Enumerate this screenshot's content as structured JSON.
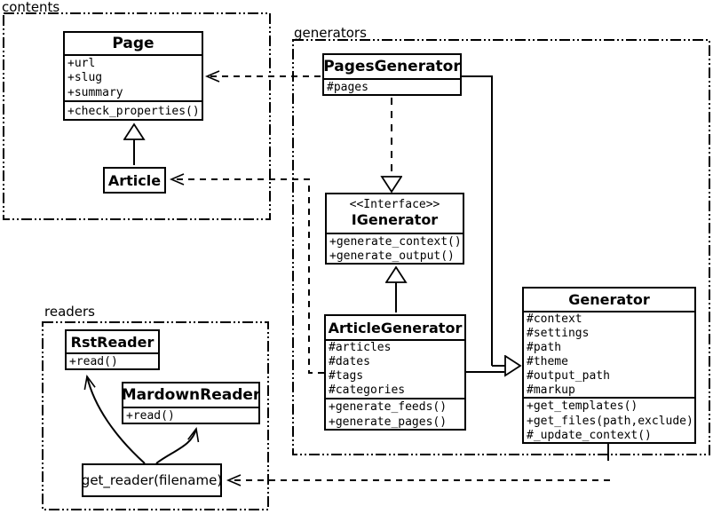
{
  "diagram": {
    "kind": "UML class diagram",
    "colors": {
      "ink": "#000000",
      "paper": "#ffffff"
    }
  },
  "packages": {
    "contents": {
      "label": "contents"
    },
    "generators": {
      "label": "generators"
    },
    "readers": {
      "label": "readers"
    }
  },
  "classes": {
    "page": {
      "title": "Page",
      "attributes": [
        "+url",
        "+slug",
        "+summary"
      ],
      "methods": [
        "+check_properties()"
      ]
    },
    "article": {
      "title": "Article"
    },
    "pages_generator": {
      "title": "PagesGenerator",
      "attributes": [
        "#pages"
      ]
    },
    "igenerator": {
      "stereotype": "<<Interface>>",
      "title": "IGenerator",
      "methods": [
        "+generate_context()",
        "+generate_output()"
      ]
    },
    "article_generator": {
      "title": "ArticleGenerator",
      "attributes": [
        "#articles",
        "#dates",
        "#tags",
        "#categories"
      ],
      "methods": [
        "+generate_feeds()",
        "+generate_pages()"
      ]
    },
    "generator": {
      "title": "Generator",
      "attributes": [
        "#context",
        "#settings",
        "#path",
        "#theme",
        "#output_path",
        "#markup"
      ],
      "methods": [
        "+get_templates()",
        "+get_files(path,exclude)",
        "#_update_context()"
      ]
    },
    "rst_reader": {
      "title": "RstReader",
      "methods": [
        "+read()"
      ]
    },
    "mardown_reader": {
      "title": "MardownReader",
      "methods": [
        "+read()"
      ]
    },
    "get_reader": {
      "label": "get_reader(filename)"
    }
  },
  "relations": [
    {
      "from": "Article",
      "to": "Page",
      "type": "generalization"
    },
    {
      "from": "PagesGenerator",
      "to": "Page",
      "type": "dependency"
    },
    {
      "from": "PagesGenerator",
      "to": "IGenerator",
      "type": "realization"
    },
    {
      "from": "ArticleGenerator",
      "to": "IGenerator",
      "type": "generalization"
    },
    {
      "from": "PagesGenerator",
      "to": "Generator",
      "type": "generalization"
    },
    {
      "from": "ArticleGenerator",
      "to": "Generator",
      "type": "generalization"
    },
    {
      "from": "ArticleGenerator",
      "to": "Article",
      "type": "dependency"
    },
    {
      "from": "Generator",
      "to": "get_reader(filename)",
      "type": "dependency"
    },
    {
      "from": "get_reader(filename)",
      "to": "RstReader",
      "type": "arrow"
    },
    {
      "from": "get_reader(filename)",
      "to": "MardownReader",
      "type": "arrow"
    }
  ]
}
